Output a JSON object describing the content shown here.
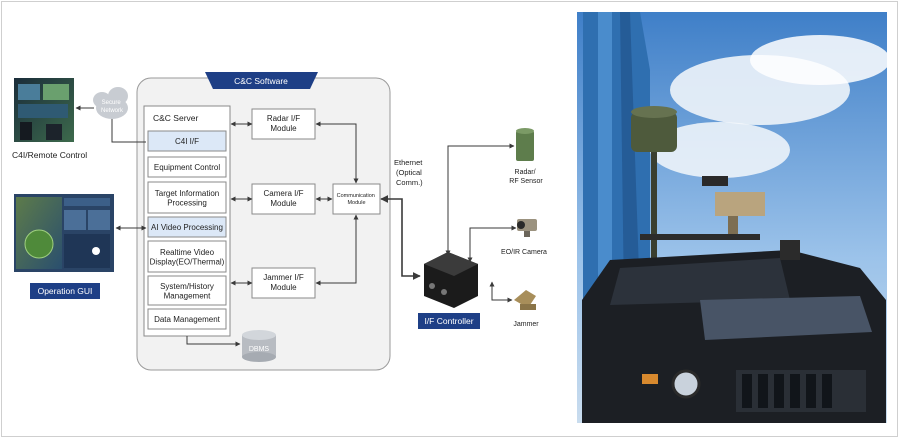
{
  "diagram": {
    "software_title": "C&C Software",
    "server_label": "C&C Server",
    "server_modules": [
      {
        "label": [
          "C4I I/F"
        ],
        "highlight": true
      },
      {
        "label": [
          "Equipment Control"
        ],
        "highlight": false
      },
      {
        "label": [
          "Target Information",
          "Processing"
        ],
        "highlight": false
      },
      {
        "label": [
          "AI Video Processing"
        ],
        "highlight": true
      },
      {
        "label": [
          "Realtime Video",
          "Display(EO/Thermal)"
        ],
        "highlight": false
      },
      {
        "label": [
          "System/History",
          "Management"
        ],
        "highlight": false
      },
      {
        "label": [
          "Data Management"
        ],
        "highlight": false
      }
    ],
    "if_modules": [
      [
        "Radar I/F",
        "Module"
      ],
      [
        "Camera I/F",
        "Module"
      ],
      [
        "Jammer I/F",
        "Module"
      ]
    ],
    "comm_module": [
      "Communication",
      "Module"
    ],
    "dbms": "DBMS",
    "secure_network": [
      "Secure",
      "Network"
    ],
    "c4i_remote_label": "C4I/Remote Control",
    "operation_gui_label": "Operation GUI",
    "ethernet_label": [
      "Ethernet",
      "(Optical",
      "Comm.)"
    ],
    "if_controller_label": "I/F Controller",
    "devices": [
      {
        "label": [
          "Radar/",
          "RF Sensor"
        ],
        "icon": "radar-sensor-icon"
      },
      {
        "label": [
          "EO/IR Camera"
        ],
        "icon": "eo-ir-camera-icon"
      },
      {
        "label": [
          "Jammer"
        ],
        "icon": "jammer-icon"
      }
    ]
  },
  "colors": {
    "navy": "#1e3f86",
    "highlight_fill": "#dce8f7",
    "panel_fill": "#f2f2f2",
    "box_border": "#8a8a8a",
    "arrow": "#3a3a3a"
  },
  "photo": {
    "subject": "armored-vehicle-with-radar-and-camera-mast"
  }
}
